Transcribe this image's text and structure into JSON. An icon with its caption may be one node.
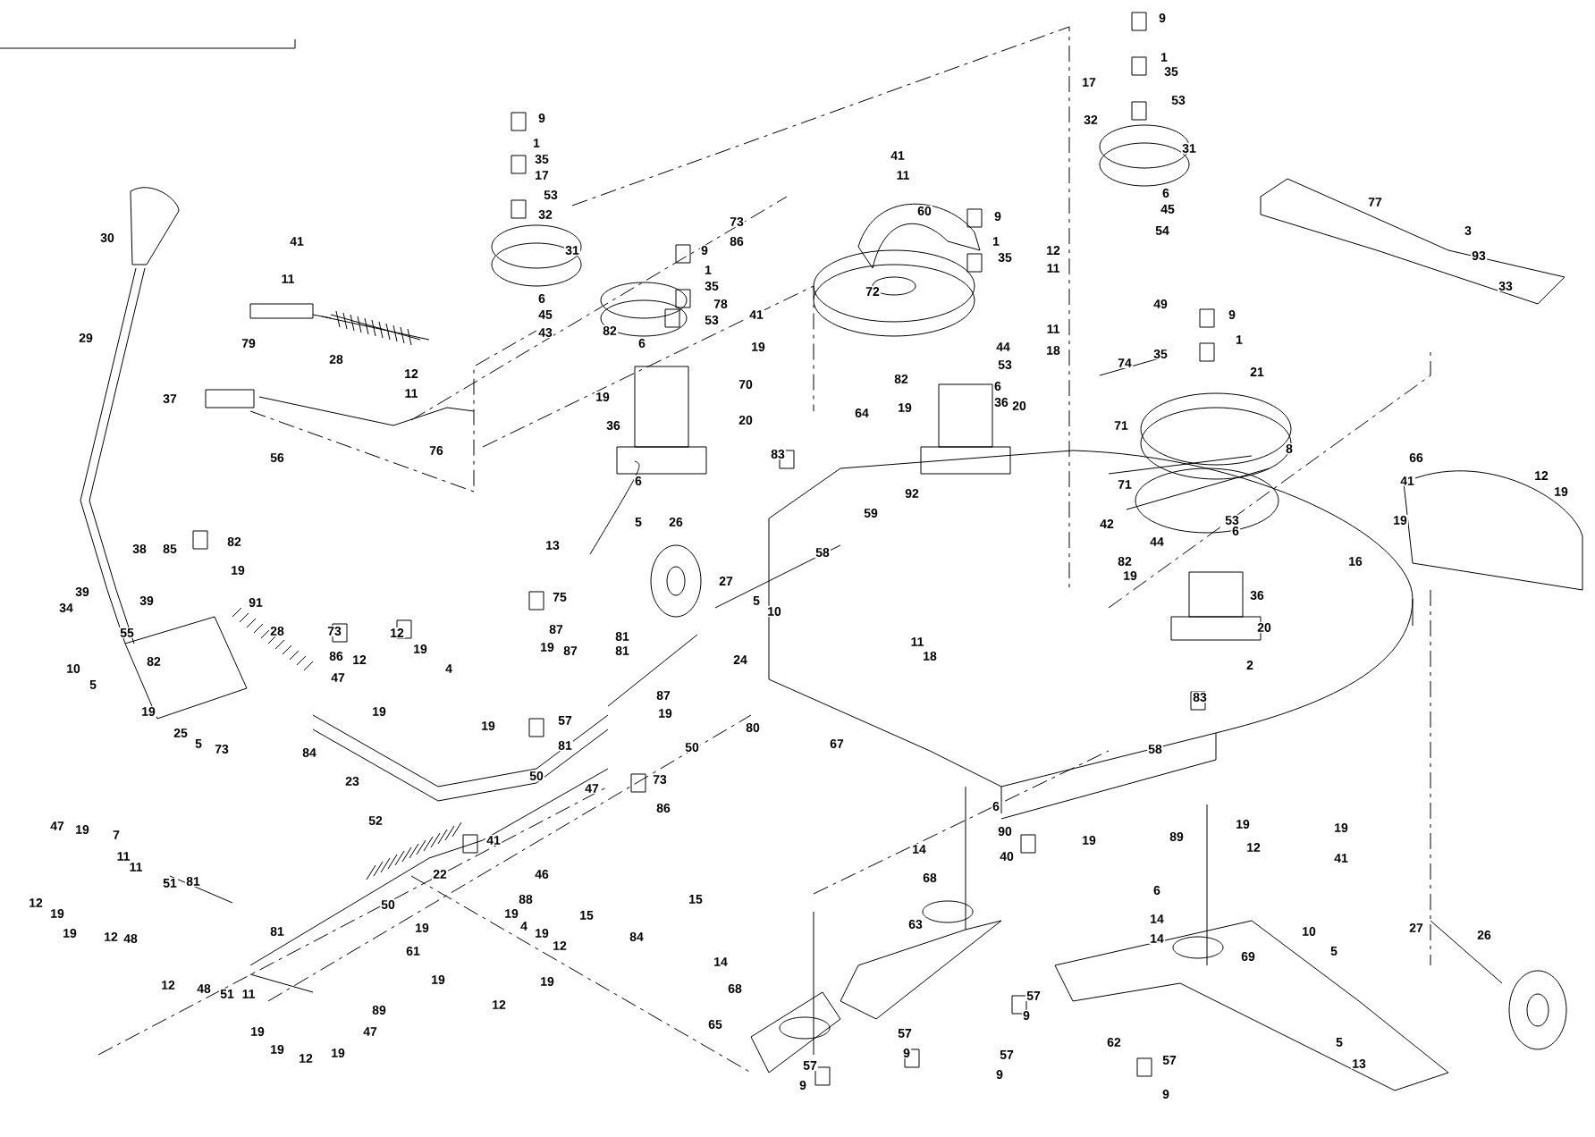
{
  "diagram": {
    "labels": [
      "30",
      "29",
      "41",
      "11",
      "79",
      "28",
      "12",
      "11",
      "37",
      "56",
      "76",
      "38",
      "85",
      "82",
      "19",
      "39",
      "39",
      "34",
      "91",
      "55",
      "28",
      "73",
      "86",
      "47",
      "12",
      "19",
      "12",
      "4",
      "82",
      "10",
      "5",
      "19",
      "25",
      "5",
      "73",
      "84",
      "19",
      "19",
      "50",
      "23",
      "52",
      "22",
      "41",
      "88",
      "50",
      "19",
      "19",
      "4",
      "61",
      "19",
      "12",
      "19",
      "12",
      "19",
      "47",
      "19",
      "7",
      "11",
      "11",
      "51",
      "81",
      "12",
      "19",
      "19",
      "12",
      "48",
      "12",
      "48",
      "51",
      "81",
      "11",
      "89",
      "19",
      "47",
      "19",
      "12",
      "19",
      "9",
      "1",
      "35",
      "17",
      "53",
      "32",
      "31",
      "6",
      "45",
      "43",
      "9",
      "1",
      "35",
      "78",
      "53",
      "41",
      "82",
      "6",
      "19",
      "19",
      "70",
      "36",
      "20",
      "6",
      "73",
      "86",
      "41",
      "11",
      "60",
      "9",
      "1",
      "35",
      "72",
      "44",
      "53",
      "6",
      "36",
      "20",
      "82",
      "19",
      "64",
      "83",
      "92",
      "59",
      "58",
      "13",
      "5",
      "26",
      "12",
      "11",
      "11",
      "18",
      "9",
      "1",
      "35",
      "17",
      "53",
      "32",
      "31",
      "6",
      "45",
      "54",
      "49",
      "9",
      "1",
      "35",
      "21",
      "74",
      "71",
      "8",
      "71",
      "42",
      "44",
      "53",
      "6",
      "82",
      "16",
      "77",
      "3",
      "93",
      "33",
      "66",
      "41",
      "12",
      "19",
      "19",
      "27",
      "5",
      "10",
      "75",
      "87",
      "81",
      "81",
      "19",
      "87",
      "87",
      "57",
      "19",
      "81",
      "50",
      "24",
      "80",
      "11",
      "18",
      "67",
      "73",
      "86",
      "47",
      "46",
      "15",
      "15",
      "84",
      "6",
      "90",
      "40",
      "14",
      "68",
      "63",
      "14",
      "68",
      "65",
      "57",
      "9",
      "57",
      "9",
      "57",
      "9",
      "57",
      "9",
      "19",
      "36",
      "20",
      "2",
      "83",
      "58",
      "19",
      "89",
      "19",
      "12",
      "19",
      "41",
      "6",
      "14",
      "14",
      "69",
      "62",
      "57",
      "9",
      "10",
      "5",
      "27",
      "26",
      "5",
      "13"
    ]
  }
}
